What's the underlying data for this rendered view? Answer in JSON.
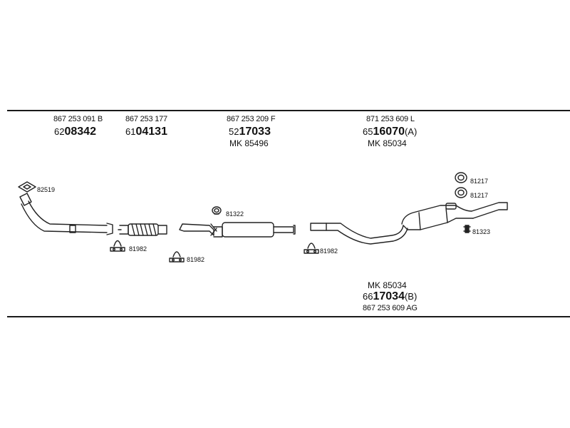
{
  "header_groups": [
    {
      "oe": "867 253 091 B",
      "pn_prefix": "62",
      "pn_main": "08342",
      "pn_suffix": "",
      "mk": ""
    },
    {
      "oe": "867 253 177",
      "pn_prefix": "61",
      "pn_main": "04131",
      "pn_suffix": "",
      "mk": ""
    },
    {
      "oe": "867 253 209 F",
      "pn_prefix": "52",
      "pn_main": "17033",
      "pn_suffix": "",
      "mk": "MK 85496"
    },
    {
      "oe": "871 253 609 L",
      "pn_prefix": "65",
      "pn_main": "16070",
      "pn_suffix": "(A)",
      "mk": "MK 85034"
    }
  ],
  "bottom_group": {
    "mk": "MK 85034",
    "pn_prefix": "66",
    "pn_main": "17034",
    "pn_suffix": "(B)",
    "oe": "867 253 609 AG"
  },
  "part_labels": {
    "gasket": "82519",
    "clamp_1": "81982",
    "clamp_2": "81982",
    "ring_1": "81322",
    "clamp_3": "81982",
    "ring_2": "81217",
    "ring_3": "81217",
    "hanger": "81323"
  }
}
